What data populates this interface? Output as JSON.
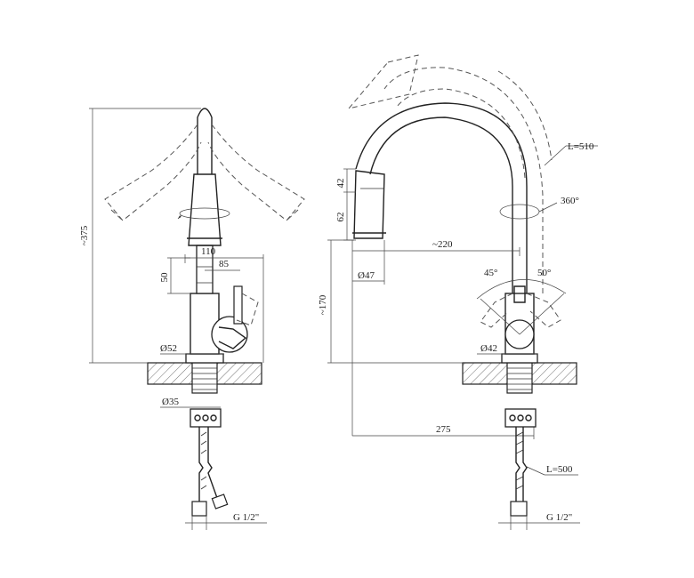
{
  "front_view": {
    "height": "~375",
    "spout_reach": "110",
    "body_offset": "85",
    "lever_height": "50",
    "base_diameter": "Ø52",
    "shank_diameter": "Ø35",
    "connector": "G 1/2\""
  },
  "side_view": {
    "hose_length": "L=510",
    "rotation": "360°",
    "head_length": "42",
    "head_cone": "62",
    "reach": "~220",
    "head_diameter": "Ø47",
    "outlet_height": "~170",
    "lever_angle_left": "45°",
    "lever_angle_right": "50°",
    "base_diameter": "Ø42",
    "total_reach": "275",
    "supply_length": "L=500",
    "connector": "G 1/2\""
  }
}
